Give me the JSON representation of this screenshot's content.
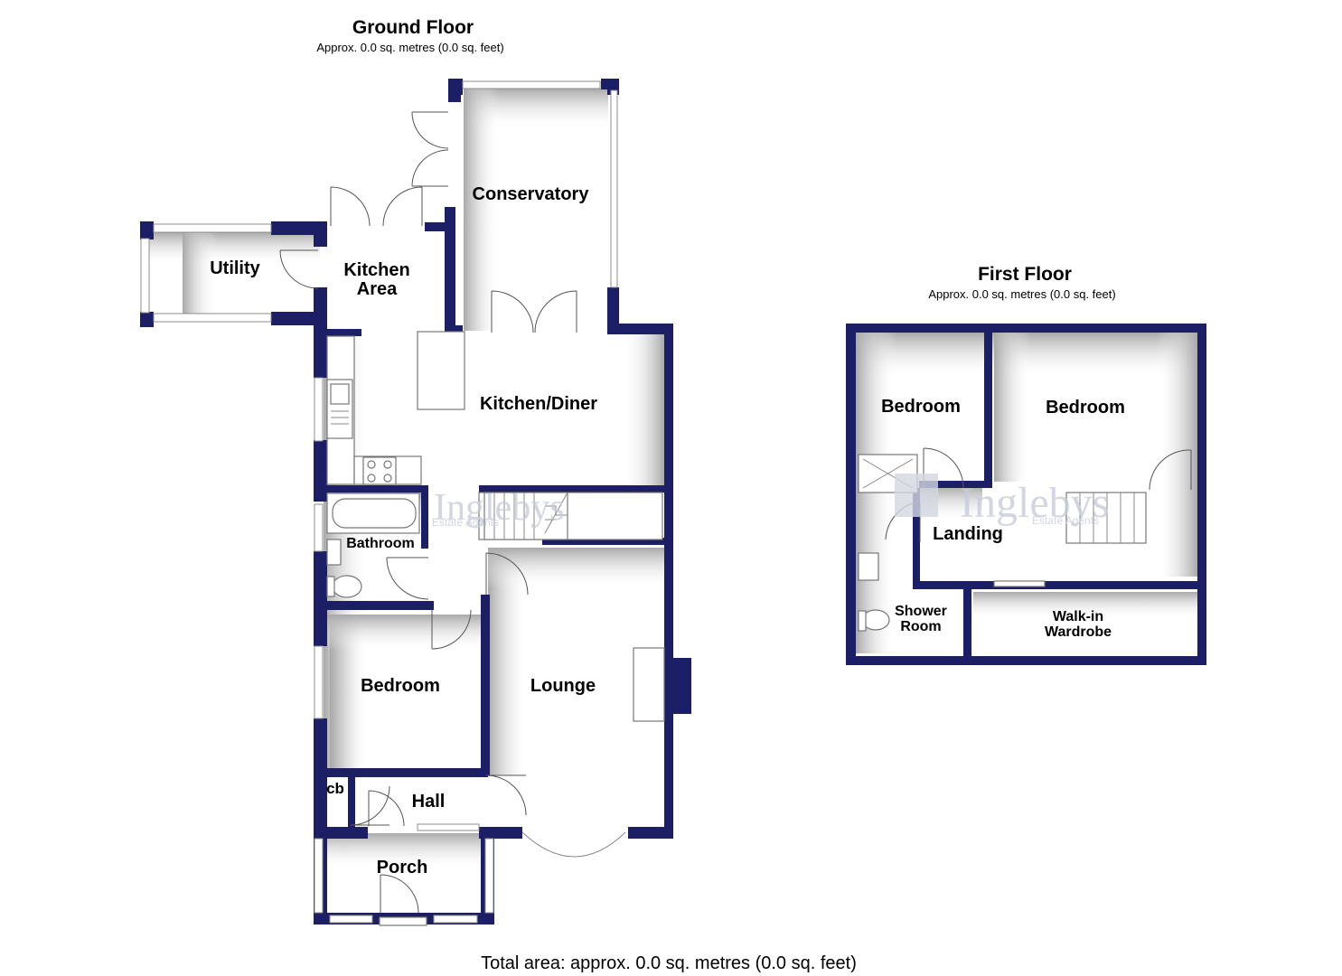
{
  "ground_floor": {
    "title": "Ground Floor",
    "area": "Approx. 0.0 sq. metres (0.0 sq. feet)",
    "rooms": {
      "conservatory": "Conservatory",
      "utility": "Utility",
      "kitchen_area_line1": "Kitchen",
      "kitchen_area_line2": "Area",
      "kitchen_diner": "Kitchen/Diner",
      "bathroom": "Bathroom",
      "bedroom": "Bedroom",
      "lounge": "Lounge",
      "cb": "cb",
      "hall": "Hall",
      "porch": "Porch"
    }
  },
  "first_floor": {
    "title": "First Floor",
    "area": "Approx. 0.0 sq. metres (0.0 sq. feet)",
    "rooms": {
      "bedroom_left": "Bedroom",
      "bedroom_right": "Bedroom",
      "landing": "Landing",
      "shower_line1": "Shower",
      "shower_line2": "Room",
      "wardrobe_line1": "Walk-in",
      "wardrobe_line2": "Wardrobe"
    }
  },
  "watermark": {
    "brand": "Inglebys",
    "tagline": "Estate Agents"
  },
  "total_area": "Total area: approx. 0.0 sq. metres (0.0 sq. feet)",
  "colors": {
    "wall": "#1d1f66",
    "shadow": "#b8b8b8"
  }
}
